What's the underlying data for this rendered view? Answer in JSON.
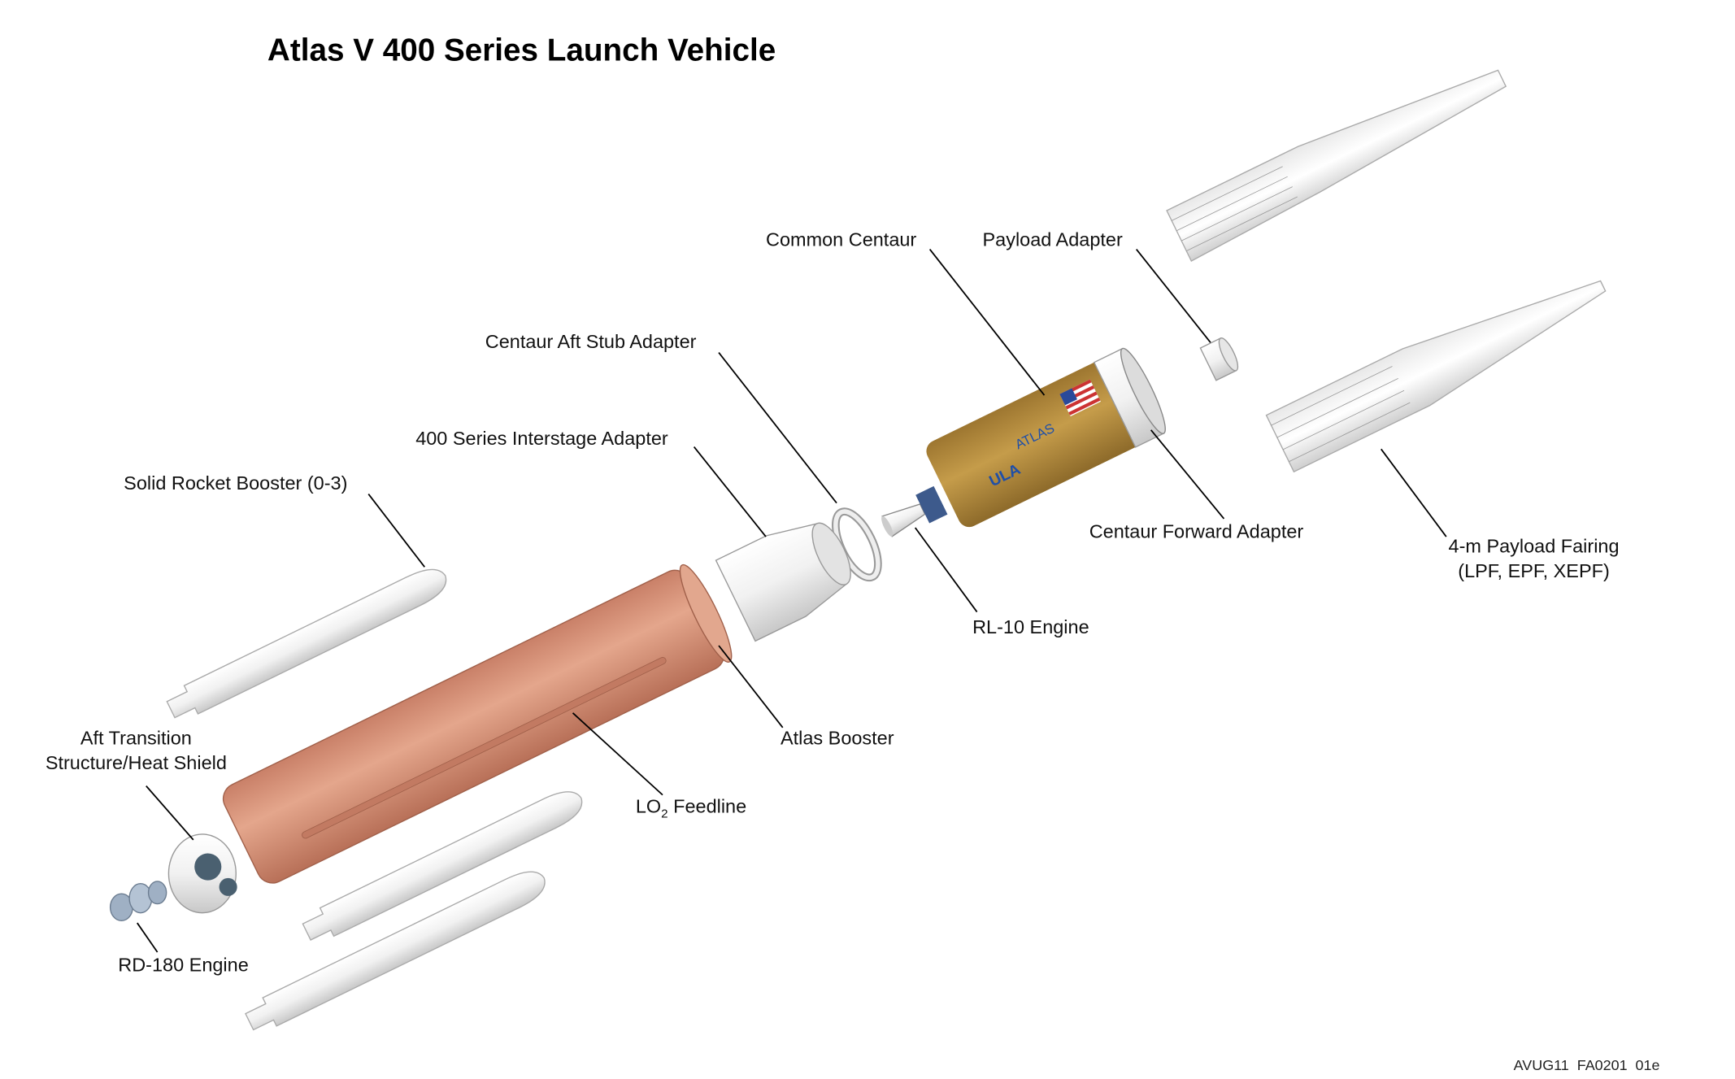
{
  "title": "Atlas V 400 Series Launch Vehicle",
  "document_code": "AVUG11  FA0201  01e",
  "colors": {
    "booster": "#d9957a",
    "centaur": "#b38b3c",
    "white_parts": "#f4f4f4",
    "engine": "#9fb0c4"
  },
  "labels": {
    "common_centaur": "Common Centaur",
    "payload_adapter": "Payload Adapter",
    "centaur_aft_stub_adapter": "Centaur Aft Stub Adapter",
    "interstage_adapter": "400 Series Interstage Adapter",
    "solid_rocket_booster": "Solid Rocket Booster (0-3)",
    "centaur_forward_adapter": "Centaur Forward Adapter",
    "payload_fairing_line1": "4-m Payload Fairing",
    "payload_fairing_line2": "(LPF, EPF, XEPF)",
    "rl10_engine": "RL-10 Engine",
    "atlas_booster": "Atlas Booster",
    "aft_transition_line1": "Aft Transition",
    "aft_transition_line2": "Structure/Heat Shield",
    "lo2_feedline_main": "LO",
    "lo2_feedline_sub": "2",
    "lo2_feedline_rest": " Feedline",
    "rd180_engine": "RD-180 Engine"
  },
  "centaur_logo": {
    "text1": "ATLAS",
    "text2": "ULA"
  }
}
